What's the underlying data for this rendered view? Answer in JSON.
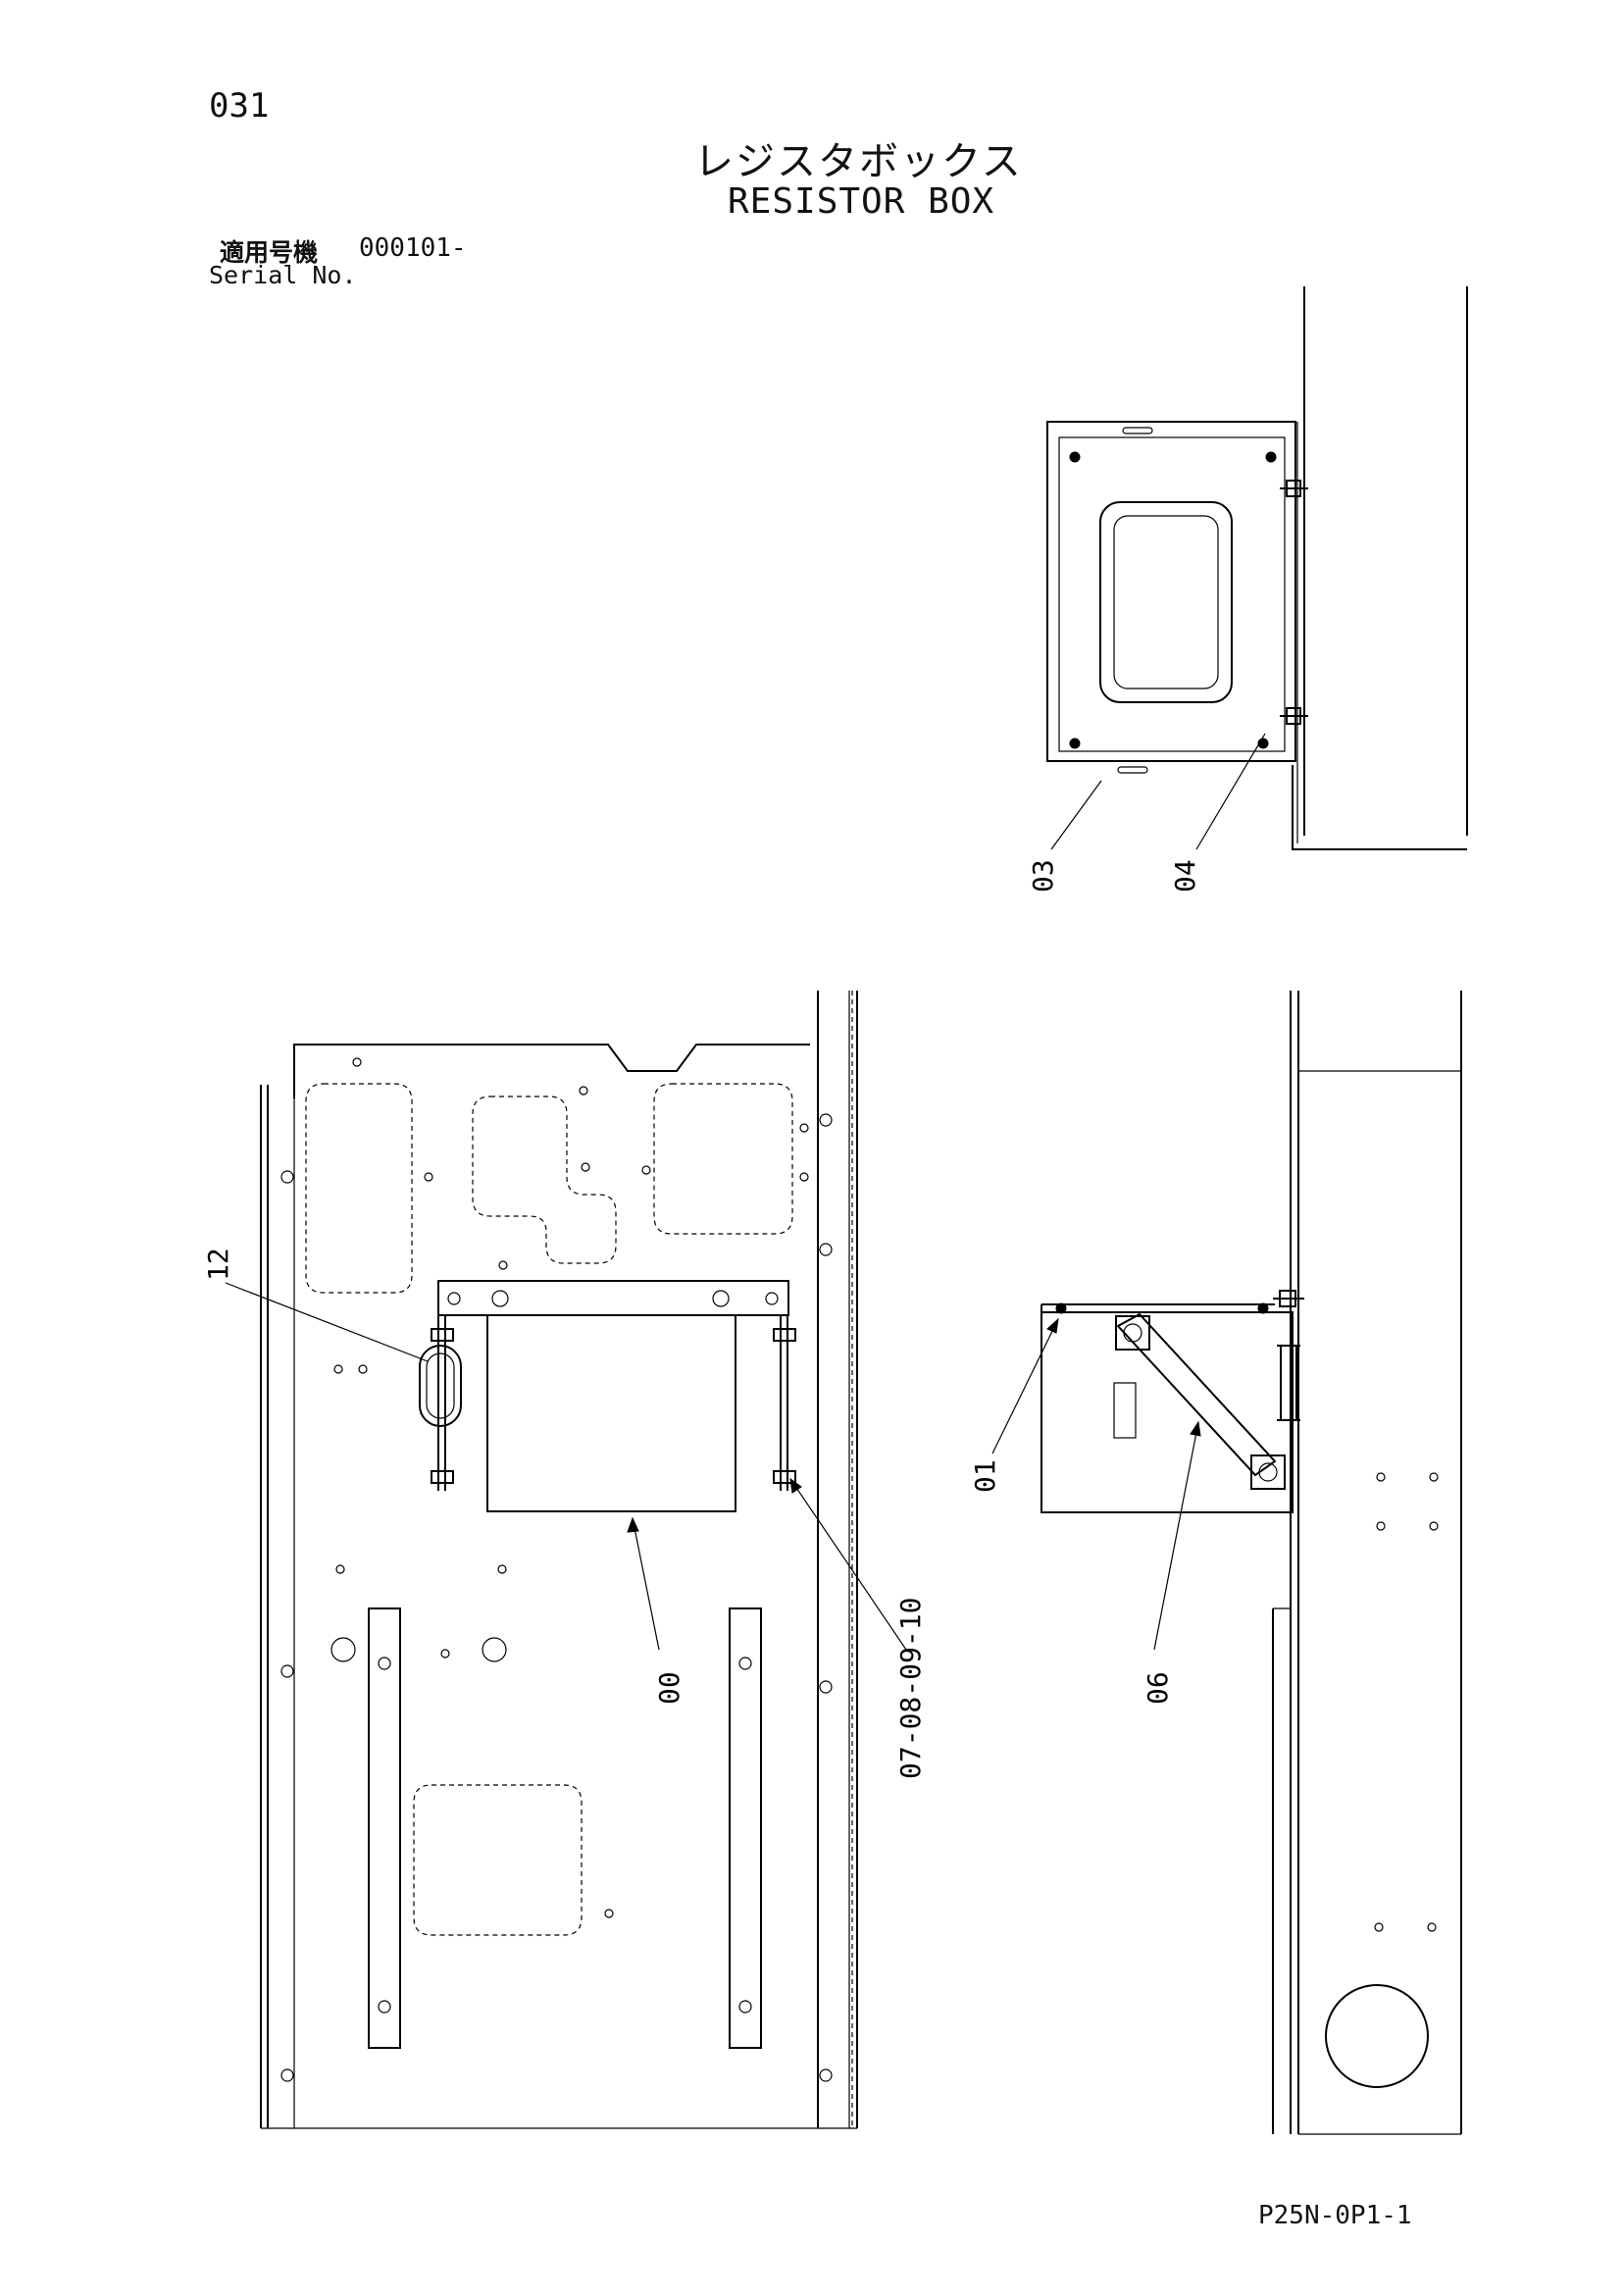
{
  "page_number": "031",
  "title_jp": "レジスタボックス",
  "title_en": "RESISTOR BOX",
  "serial": {
    "label_jp": "適用号機",
    "value": "000101-",
    "label_en": "Serial No."
  },
  "callouts": {
    "c00": "00",
    "c01": "01",
    "c03": "03",
    "c04": "04",
    "c06": "06",
    "c07_10": "07-08-09-10",
    "c12": "12"
  },
  "document_code": "P25N-0P1-1"
}
